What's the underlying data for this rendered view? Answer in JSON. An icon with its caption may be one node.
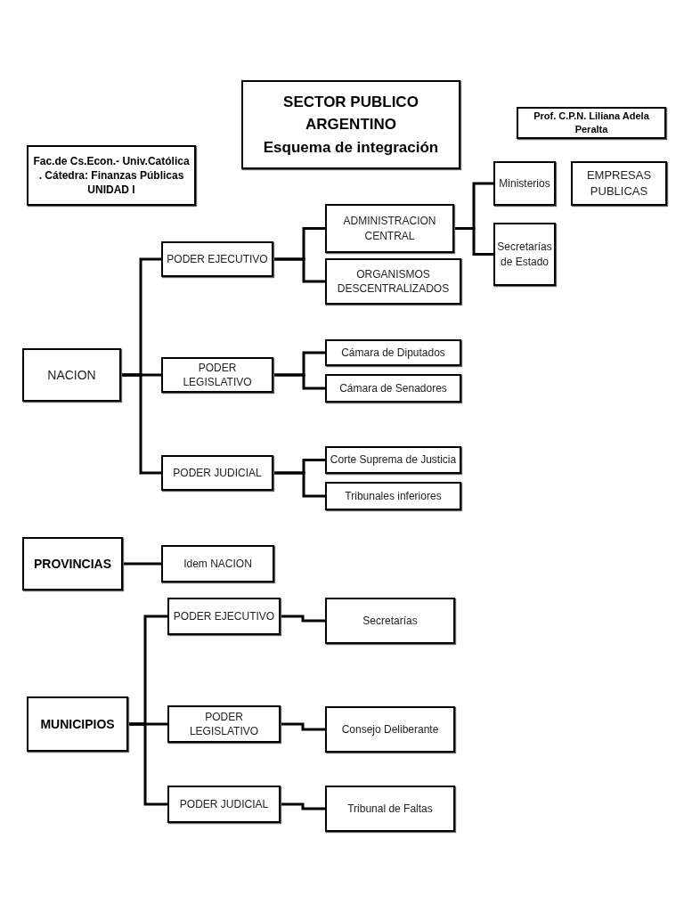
{
  "diagram": {
    "nodes": [
      {
        "text": [
          "SECTOR PUBLICO ARGENTINO",
          "Esquema de integración"
        ]
      },
      {
        "text": [
          "Fac.de Cs.Econ.- Univ.Católica . Cátedra: Finanzas Públicas UNIDAD I"
        ]
      },
      {
        "text": [
          "Prof. C.P.N. Liliana Adela Peralta"
        ]
      },
      {
        "text": [
          "NACION"
        ]
      },
      {
        "text": [
          "PODER EJECUTIVO"
        ]
      },
      {
        "text": [
          "PODER LEGISLATIVO"
        ]
      },
      {
        "text": [
          "PODER JUDICIAL"
        ]
      },
      {
        "text": [
          "ADMINISTRACION CENTRAL"
        ]
      },
      {
        "text": [
          "ORGANISMOS DESCENTRALIZADOS"
        ]
      },
      {
        "text": [
          "Ministerios"
        ]
      },
      {
        "text": [
          "EMPRESAS PUBLICAS"
        ]
      },
      {
        "text": [
          "Secretarías de Estado"
        ]
      },
      {
        "text": [
          "Cámara de Diputados"
        ]
      },
      {
        "text": [
          "Cámara de Senadores"
        ]
      },
      {
        "text": [
          "Corte Suprema de Justicia"
        ]
      },
      {
        "text": [
          "Tribunales inferiores"
        ]
      },
      {
        "text": [
          "PROVINCIAS"
        ]
      },
      {
        "text": [
          "Idem NACION"
        ]
      },
      {
        "text": [
          "MUNICIPIOS"
        ]
      },
      {
        "text": [
          "PODER EJECUTIVO"
        ]
      },
      {
        "text": [
          "PODER LEGISLATIVO"
        ]
      },
      {
        "text": [
          "PODER JUDICIAL"
        ]
      },
      {
        "text": [
          "Secretarías"
        ]
      },
      {
        "text": [
          "Consejo Deliberante"
        ]
      },
      {
        "text": [
          "Tribunal de Faltas"
        ]
      }
    ],
    "edges": [
      {
        "from": 3,
        "to": 4,
        "arrow": "none"
      },
      {
        "from": 3,
        "to": 5,
        "arrow": "none"
      },
      {
        "from": 3,
        "to": 6,
        "arrow": "none"
      },
      {
        "from": 4,
        "to": 7,
        "arrow": "none"
      },
      {
        "from": 4,
        "to": 8,
        "arrow": "none"
      },
      {
        "from": 7,
        "to": 9,
        "arrow": "none"
      },
      {
        "from": 7,
        "to": 11,
        "arrow": "none"
      },
      {
        "from": 5,
        "to": 12,
        "arrow": "none"
      },
      {
        "from": 5,
        "to": 13,
        "arrow": "none"
      },
      {
        "from": 6,
        "to": 14,
        "arrow": "none"
      },
      {
        "from": 6,
        "to": 15,
        "arrow": "none"
      },
      {
        "from": 16,
        "to": 17,
        "arrow": "none"
      },
      {
        "from": 18,
        "to": 19,
        "arrow": "none"
      },
      {
        "from": 18,
        "to": 20,
        "arrow": "none"
      },
      {
        "from": 18,
        "to": 21,
        "arrow": "none"
      },
      {
        "from": 19,
        "to": 22,
        "arrow": "none"
      },
      {
        "from": 20,
        "to": 23,
        "arrow": "none"
      },
      {
        "from": 21,
        "to": 24,
        "arrow": "none"
      }
    ]
  }
}
